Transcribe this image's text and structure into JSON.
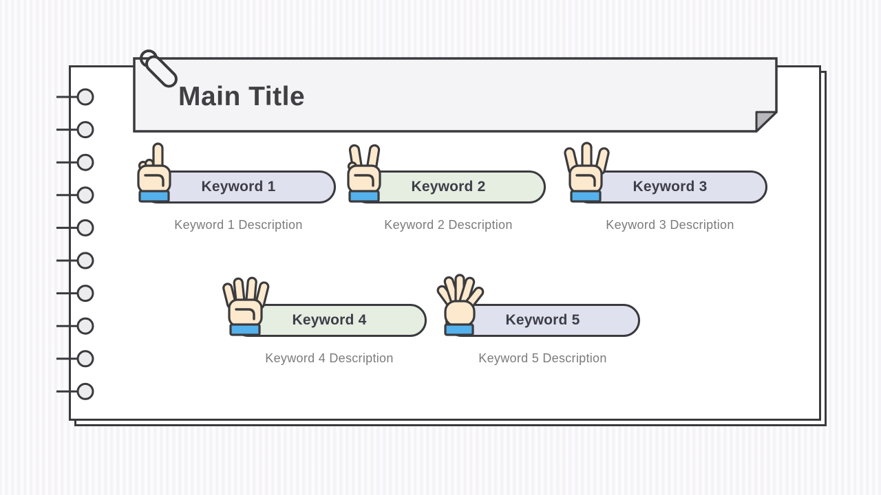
{
  "slide": {
    "title": "Main Title"
  },
  "items": [
    {
      "keyword": "Keyword 1",
      "description": "Keyword 1 Description",
      "pill_color": "#e0e1ee",
      "icon": "hand-one-icon"
    },
    {
      "keyword": "Keyword 2",
      "description": "Keyword 2 Description",
      "pill_color": "#e5eee1",
      "icon": "hand-two-icon"
    },
    {
      "keyword": "Keyword 3",
      "description": "Keyword 3 Description",
      "pill_color": "#e0e1ee",
      "icon": "hand-three-icon"
    },
    {
      "keyword": "Keyword 4",
      "description": "Keyword 4 Description",
      "pill_color": "#e5eee1",
      "icon": "hand-four-icon"
    },
    {
      "keyword": "Keyword 5",
      "description": "Keyword 5 Description",
      "pill_color": "#e0e1ee",
      "icon": "hand-five-icon"
    }
  ],
  "decorations": {
    "paperclip_icon": "paperclip-icon",
    "binder_rings_count": 10
  },
  "colors": {
    "ink": "#3a3a3e",
    "paper_fill": "#ffffff",
    "background_stripe": "#f2f1f5",
    "banner_fill": "#f4f4f6",
    "banner_fold_fill": "#b9b9bd",
    "pill_lavender": "#e0e1ee",
    "pill_green": "#e5eee1",
    "keyword_text": "#3d3e48",
    "description_text": "#7b7b7d",
    "hand_skin": "#fde9cd",
    "hand_cuff_blue": "#55b1ec",
    "ring_fill": "#ececee"
  }
}
